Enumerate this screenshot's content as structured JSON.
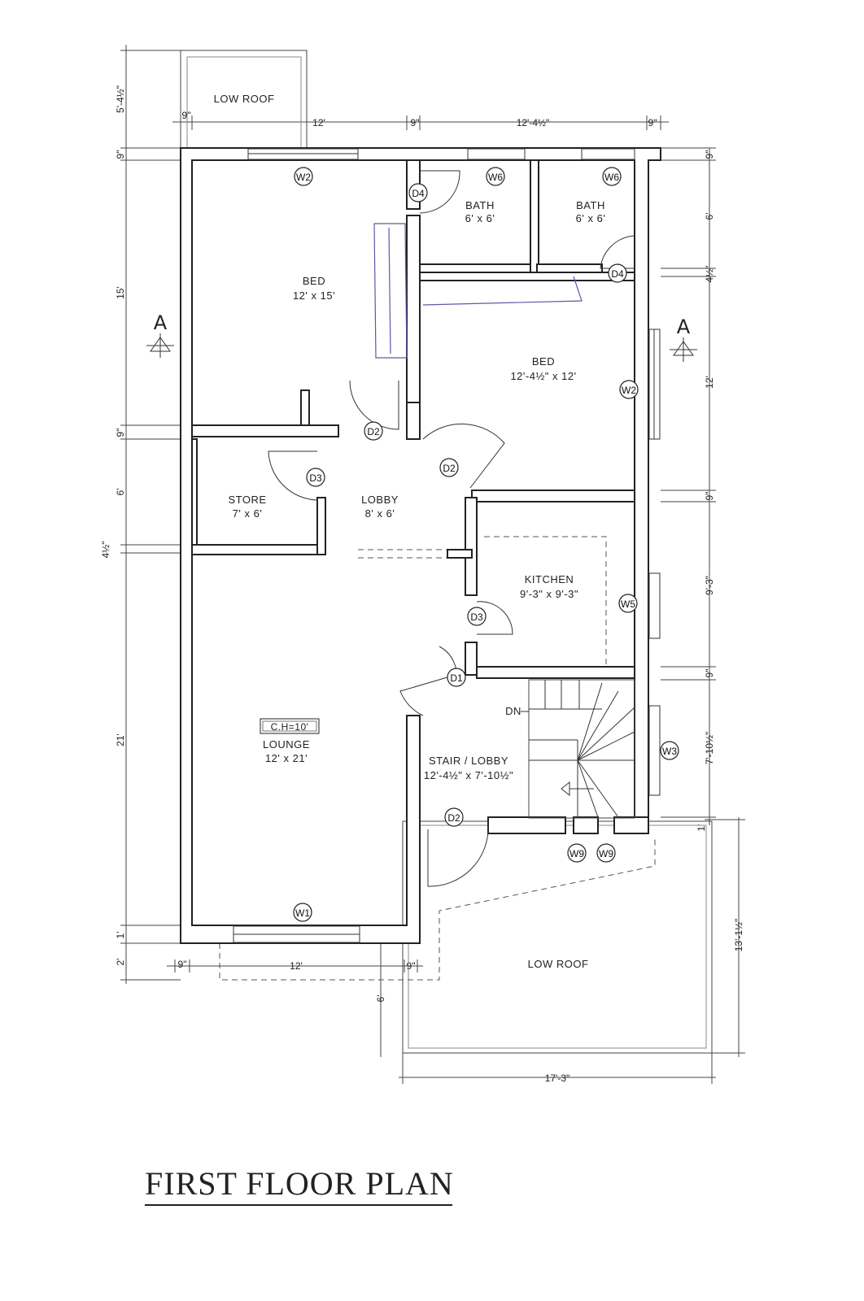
{
  "title": "FIRST FLOOR PLAN",
  "rooms": {
    "low_roof_top": "LOW ROOF",
    "bed1": {
      "name": "BED",
      "size": "12' x 15'"
    },
    "bath1": {
      "name": "BATH",
      "size": "6' x 6'"
    },
    "bath2": {
      "name": "BATH",
      "size": "6' x 6'"
    },
    "bed2": {
      "name": "BED",
      "size": "12'-4½\" x 12'"
    },
    "store": {
      "name": "STORE",
      "size": "7' x 6'"
    },
    "lobby": {
      "name": "LOBBY",
      "size": "8' x 6'"
    },
    "kitchen": {
      "name": "KITCHEN",
      "size": "9'-3\" x 9'-3\""
    },
    "lounge": {
      "name": "LOUNGE",
      "size": "12' x 21'",
      "ceiling": "C.H=10'"
    },
    "stair": {
      "name": "STAIR / LOBBY",
      "size": "12'-4½\" x 7'-10½\"",
      "dn": "DN"
    },
    "low_roof_bottom": "LOW ROOF"
  },
  "tags": {
    "w1": "W1",
    "w2": "W2",
    "w3": "W3",
    "w5": "W5",
    "w6": "W6",
    "w9": "W9",
    "d1": "D1",
    "d2": "D2",
    "d3": "D3",
    "d4": "D4"
  },
  "section_marker": "A",
  "dims": {
    "top_9a": "9\"",
    "top_12": "12'",
    "top_9b": "9\"",
    "top_12_4h": "12'-4½\"",
    "top_9c": "9\"",
    "left_5_4h": "5'-4½\"",
    "left_9a": "9\"",
    "left_15": "15'",
    "left_9b": "9\"",
    "left_6": "6'",
    "left_4h": "4½\"",
    "left_21": "21'",
    "left_1": "1'",
    "left_2": "2'",
    "right_9a": "9\"",
    "right_6": "6'",
    "right_4h": "4½\"",
    "right_12": "12'",
    "right_9b": "9\"",
    "right_9_3": "9'-3\"",
    "right_9c": "9\"",
    "right_7_10h": "7'-10½\"",
    "right_1": "1'",
    "right_13_1h": "13'-1½\"",
    "bot_9a": "9\"",
    "bot_12": "12'",
    "bot_9b": "9\"",
    "bot_6": "6'",
    "bot_17_3": "17'-3\""
  }
}
